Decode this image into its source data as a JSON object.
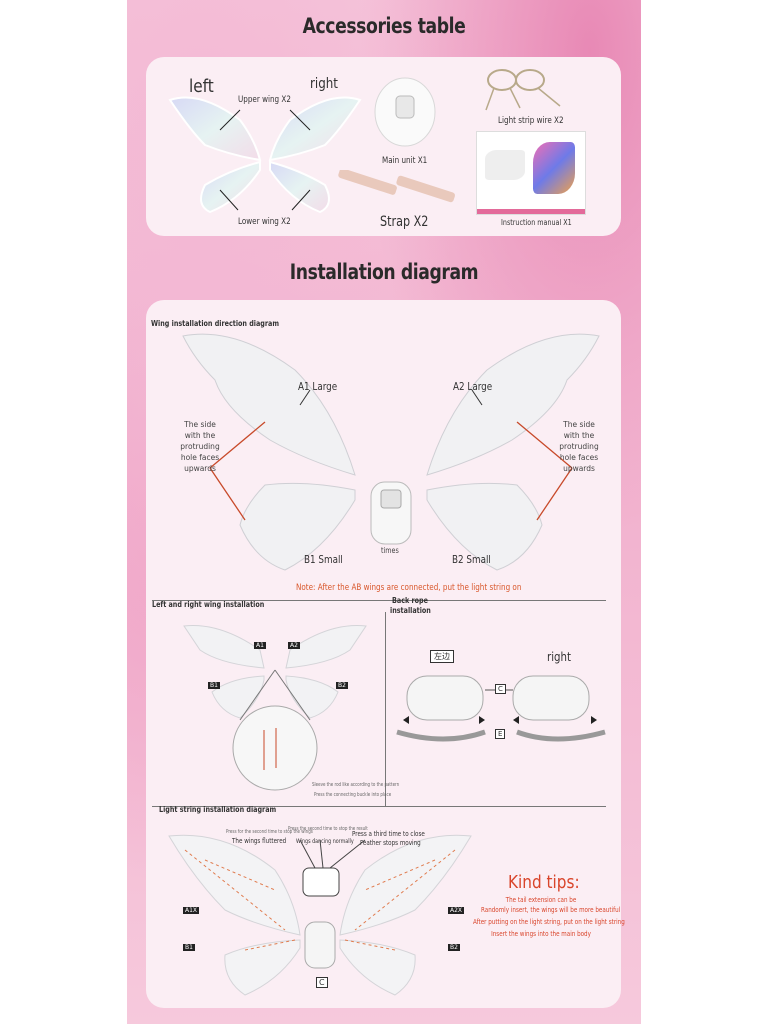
{
  "accessories": {
    "title": "Accessories table",
    "left": "left",
    "right": "right",
    "upper_wing": "Upper wing X2",
    "lower_wing": "Lower wing X2",
    "main_unit": "Main unit X1",
    "strap": "Strap X2",
    "light_strip": "Light strip wire X2",
    "manual": "Instruction manual X1"
  },
  "installation": {
    "title": "Installation diagram",
    "direction_heading": "Wing installation direction diagram",
    "a1": "A1 Large",
    "a2": "A2 Large",
    "b1": "B1 Small",
    "b2": "B2 Small",
    "side_note_left": [
      "The side",
      "with the",
      "protruding",
      "hole faces",
      "upwards"
    ],
    "side_note_right": [
      "The side",
      "with the",
      "protruding",
      "hole faces",
      "upwards"
    ],
    "times": "times",
    "note": "Note: After the AB wings are connected, put the light string on",
    "lr_heading": "Left and right wing installation",
    "back_rope_heading_1": "Back rope",
    "back_rope_heading_2": "installation",
    "small_a1": "A1",
    "small_a2": "A2",
    "small_b1": "B1",
    "small_b2": "B2",
    "hint_1": "Sleeve the rod like according to the pattern",
    "hint_2": "Press the connecting buckle into place",
    "rope_left_tag": "左边",
    "rope_right": "right",
    "rope_c": "C",
    "rope_e": "E"
  },
  "light": {
    "heading": "Light string installation diagram",
    "press1_small": "Press for the second time to stop the wings",
    "press1": "The wings fluttered",
    "press2_small": "Press the second time to stop the result",
    "press2": "Wings dancing normally",
    "press3a": "Press a third time to close",
    "press3b": "Feather stops moving",
    "a1x": "A1X",
    "a2x": "A2X",
    "b1": "B1",
    "b2": "B2",
    "c": "C",
    "kind_title": "Kind tips:",
    "tip1": "The tail extension can be",
    "tip2": "Randomly insert, the wings will be more beautiful",
    "tip3": "After putting on the light string, put on the light string",
    "tip4": "Insert the wings into the main body"
  }
}
